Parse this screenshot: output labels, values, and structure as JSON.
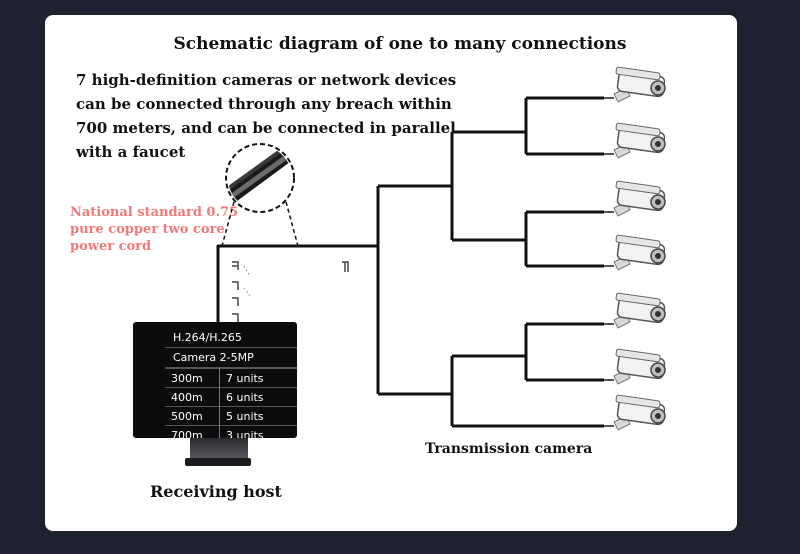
{
  "title": "Schematic diagram of one to many connections",
  "description_lines": [
    "7 high-definition cameras or network devices",
    " can be connected through any breach within",
    "700 meters, and can be connected in parallel",
    "with a faucet"
  ],
  "power_cord_lines": [
    "National standard 0.75",
    "pure copper two core",
    "power cord"
  ],
  "host": {
    "label": "Receiving host",
    "screen": {
      "header1": "H.264/H.265",
      "header2": "Camera 2-5MP",
      "rows": [
        {
          "distance": "300m",
          "units": "7 units"
        },
        {
          "distance": "400m",
          "units": "6 units"
        },
        {
          "distance": "500m",
          "units": "5 units"
        },
        {
          "distance": "700m",
          "units": "3 units"
        }
      ]
    }
  },
  "cameras_label": "Transmission camera",
  "camera_count": 7,
  "colors": {
    "frame": "#1e2230",
    "wire": "#111111",
    "power_text": "#f07a7a",
    "monitor": "#0c0c0e"
  }
}
